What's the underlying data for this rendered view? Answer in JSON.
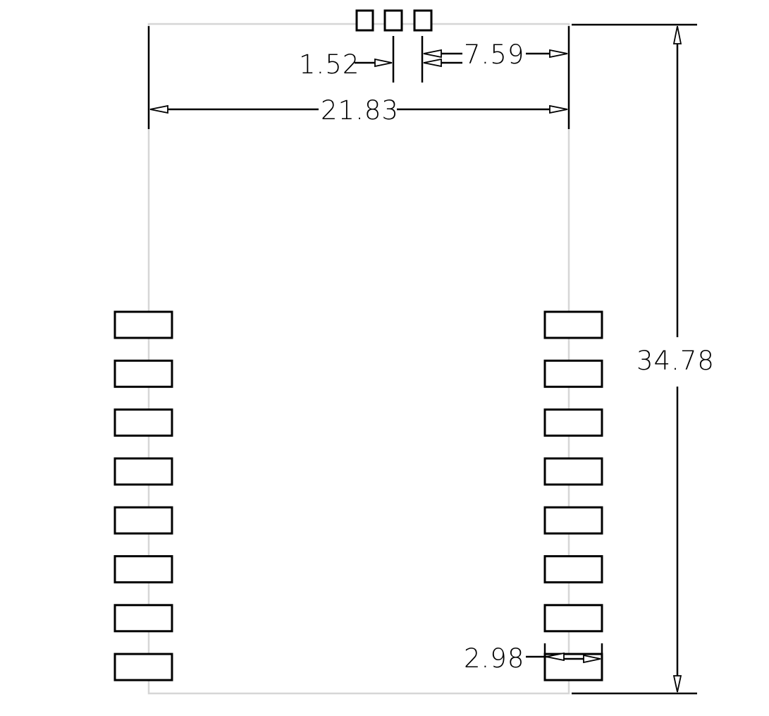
{
  "dimensions": {
    "pin_pitch": "1.52",
    "header_offset": "7.59",
    "module_width": "21.83",
    "module_height": "34.78",
    "pad_length": "2.98"
  },
  "pads": {
    "left_column_count": 8,
    "right_column_count": 8,
    "top_header_count": 3
  },
  "colors": {
    "lines": "#000000",
    "board_outline": "#d6d6d6",
    "background": "#ffffff"
  }
}
